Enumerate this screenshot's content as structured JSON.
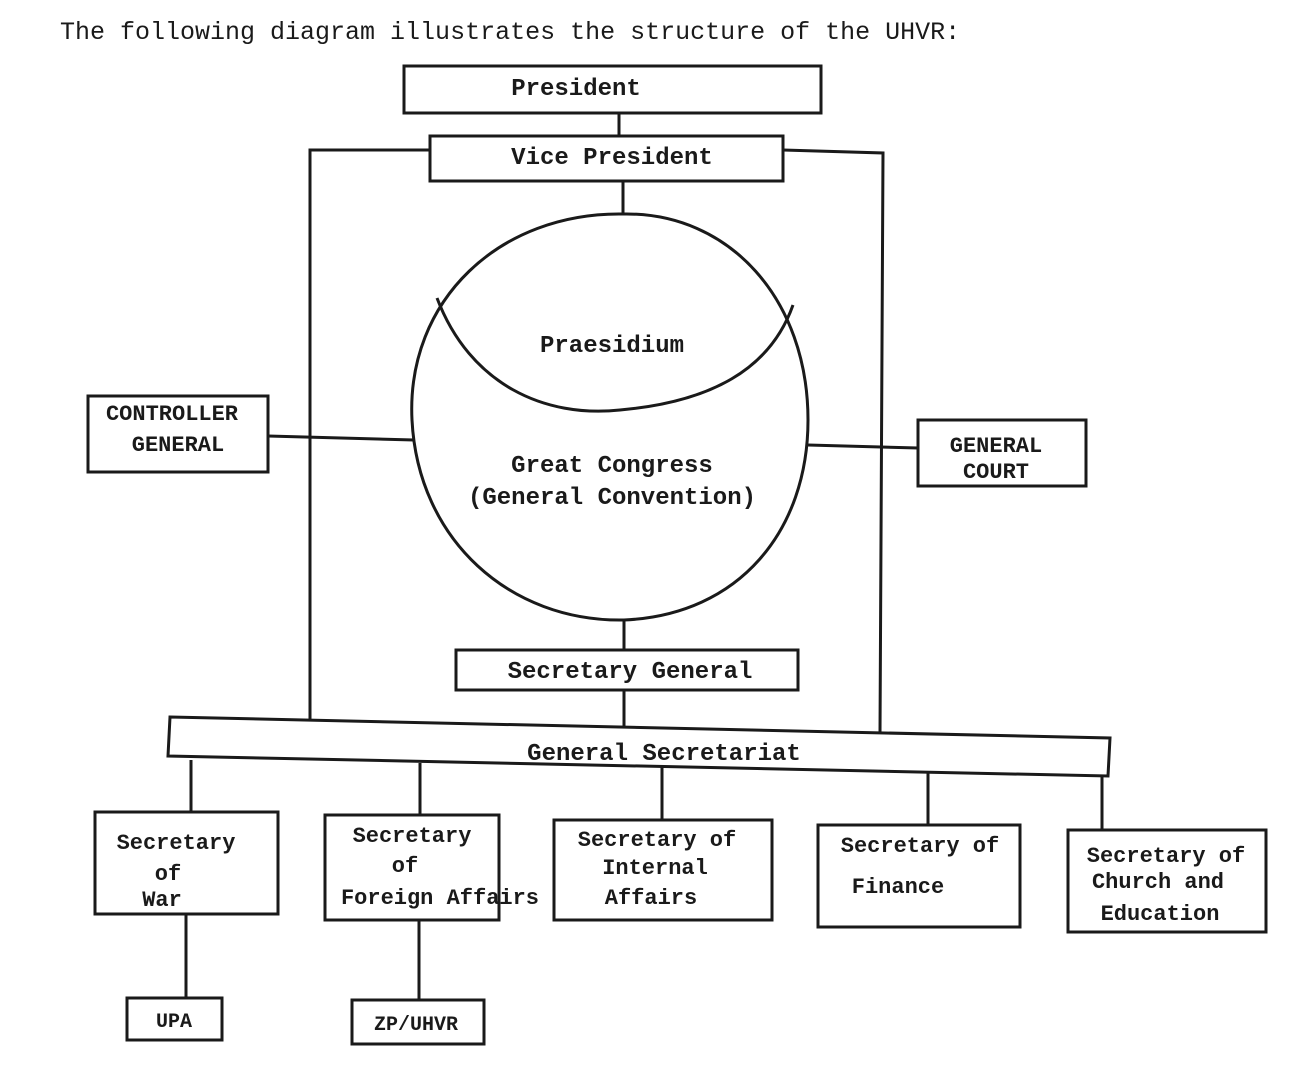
{
  "intro_text": "The following diagram illustrates the structure of the UHVR:",
  "nodes": {
    "president": "President",
    "vice_president": "Vice President",
    "praesidium": "Praesidium",
    "great_congress": [
      "Great Congress",
      "(General Convention)"
    ],
    "controller_general": [
      "CONTROLLER",
      "GENERAL"
    ],
    "general_court": [
      "GENERAL",
      "COURT"
    ],
    "secretary_general": "Secretary General",
    "general_secretariat": "General Secretariat",
    "secretary_war": [
      "Secretary",
      "of",
      "War"
    ],
    "secretary_foreign_affairs": [
      "Secretary",
      "of",
      "Foreign Affairs"
    ],
    "secretary_internal_affairs": [
      "Secretary of",
      "Internal",
      "Affairs"
    ],
    "secretary_finance": [
      "Secretary of",
      "Finance"
    ],
    "secretary_church_education": [
      "Secretary of",
      "Church and",
      "Education"
    ],
    "upa": "UPA",
    "zp_uhvr": "ZP/UHVR"
  }
}
